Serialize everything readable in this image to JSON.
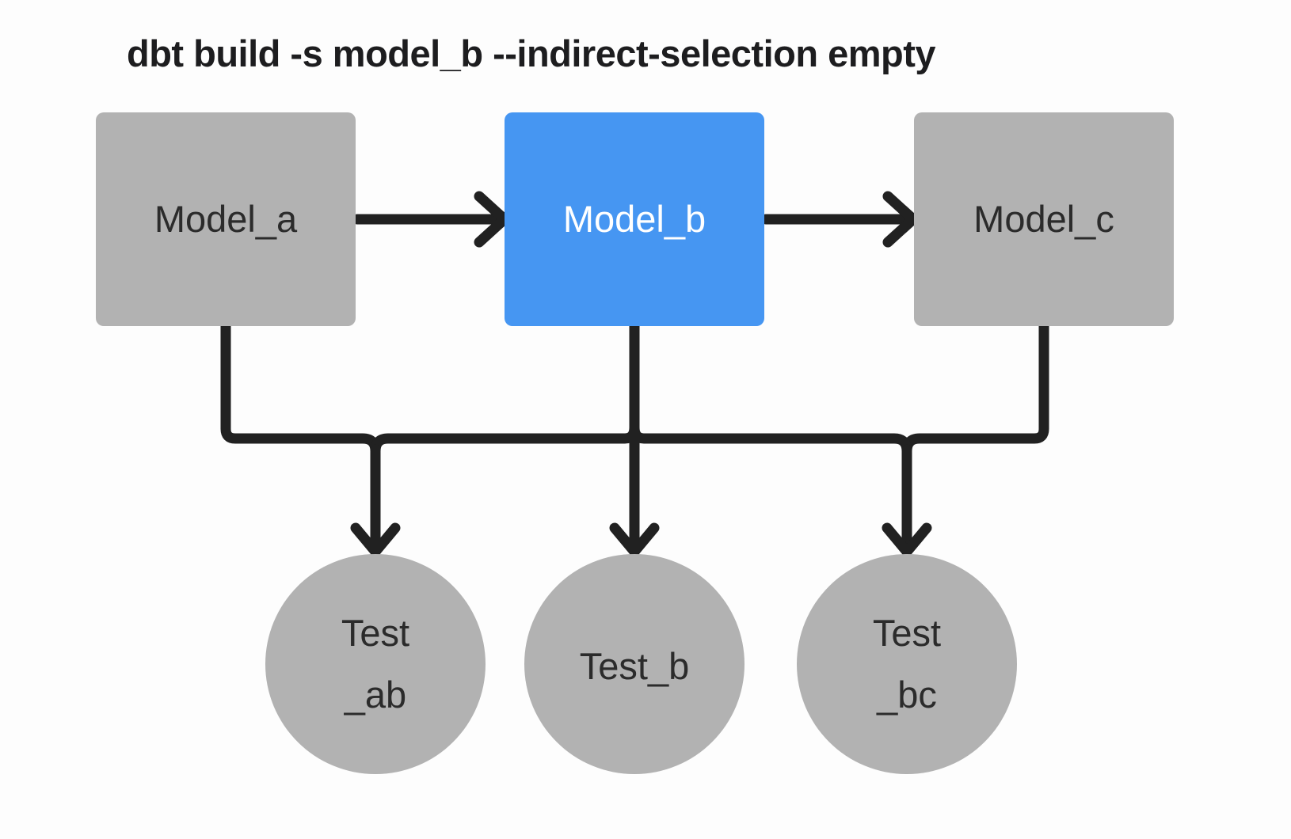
{
  "title": "dbt build -s model_b --indirect-selection empty",
  "colors": {
    "background": "#fdfdfd",
    "title_text": "#1d1d1f",
    "edge": "#212121",
    "node_default": "#b2b2b2",
    "node_selected": "#4696f2",
    "label_dark": "#2b2b2b",
    "label_light": "#ffffff"
  },
  "nodes": {
    "model_a": {
      "label": "Model_a",
      "type": "model",
      "selected": false
    },
    "model_b": {
      "label": "Model_b",
      "type": "model",
      "selected": true
    },
    "model_c": {
      "label": "Model_c",
      "type": "model",
      "selected": false
    },
    "test_ab": {
      "label_line1": "Test",
      "label_line2": "_ab",
      "type": "test"
    },
    "test_b": {
      "label": "Test_b",
      "type": "test"
    },
    "test_bc": {
      "label_line1": "Test",
      "label_line2": "_bc",
      "type": "test"
    }
  },
  "edges": [
    {
      "from": "model_a",
      "to": "model_b"
    },
    {
      "from": "model_b",
      "to": "model_c"
    },
    {
      "from": "model_a",
      "to": "test_ab"
    },
    {
      "from": "model_b",
      "to": "test_ab"
    },
    {
      "from": "model_b",
      "to": "test_b"
    },
    {
      "from": "model_b",
      "to": "test_bc"
    },
    {
      "from": "model_c",
      "to": "test_bc"
    }
  ]
}
